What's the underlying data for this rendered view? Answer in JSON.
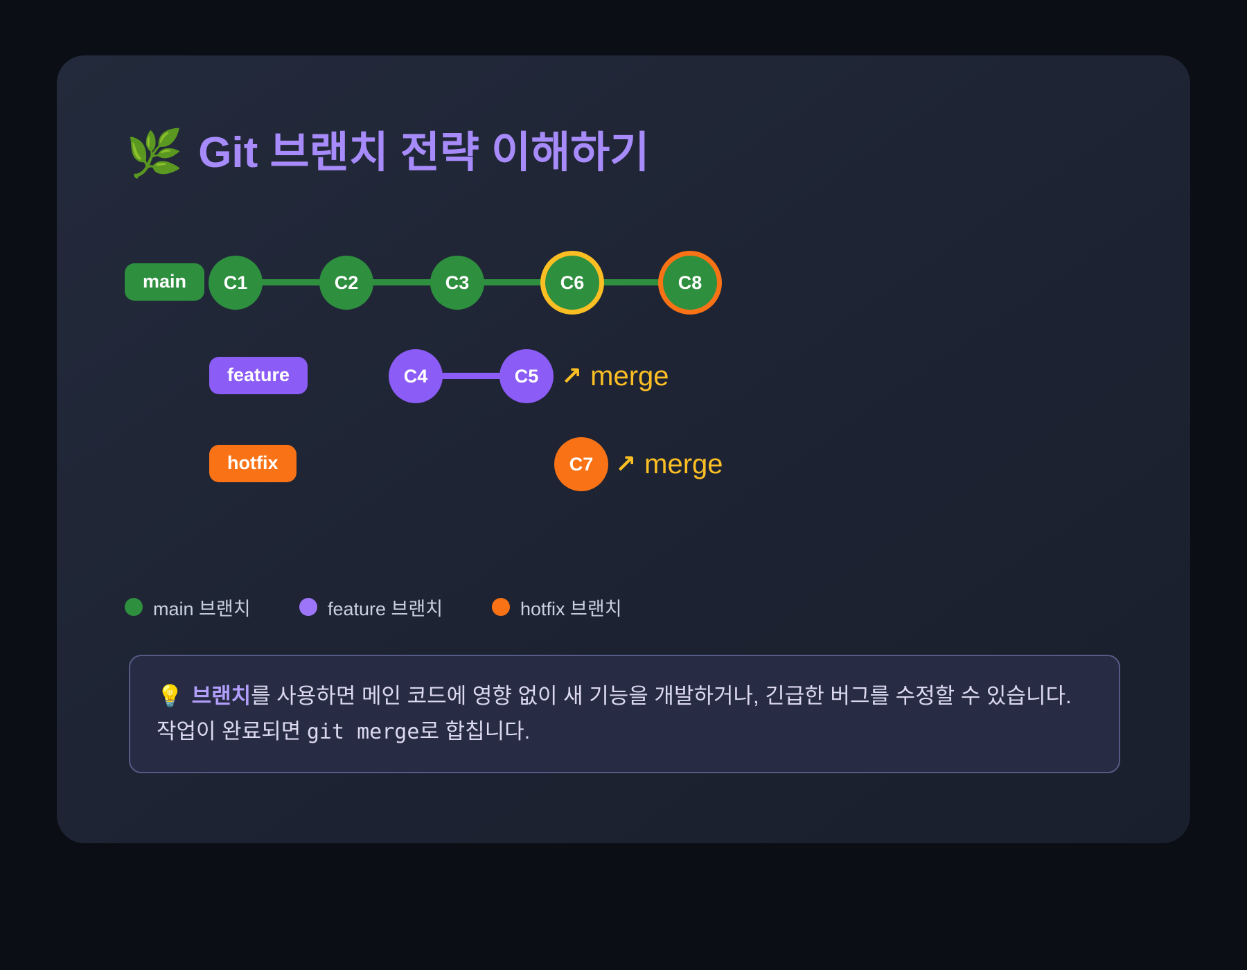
{
  "title": {
    "emoji": "🌿",
    "text": "Git 브랜치 전략 이해하기"
  },
  "colors": {
    "page_bg": "#0b0e15",
    "card_bg": "#1d2332",
    "title_text": "#a78bfa",
    "main_branch": "#2e8f3f",
    "feature_branch": "#8b5cf6",
    "hotfix_branch": "#f97316",
    "c6_ring": "#fbbf24",
    "c8_ring": "#f97316",
    "merge_label": "#fbbf24",
    "legend_text": "#c9d1e0",
    "note_bg": "#272c44",
    "note_border": "#565c86",
    "note_text": "#dcd9f0"
  },
  "graph": {
    "main": {
      "label": "main",
      "commits": [
        {
          "id": "C1"
        },
        {
          "id": "C2"
        },
        {
          "id": "C3"
        },
        {
          "id": "C6",
          "ring": "gold"
        },
        {
          "id": "C8",
          "ring": "orange"
        }
      ]
    },
    "feature": {
      "label": "feature",
      "commits": [
        {
          "id": "C4"
        },
        {
          "id": "C5"
        }
      ],
      "merge": {
        "arrow": "↗",
        "text": "merge"
      }
    },
    "hotfix": {
      "label": "hotfix",
      "commits": [
        {
          "id": "C7"
        }
      ],
      "merge": {
        "arrow": "↗",
        "text": "merge"
      }
    }
  },
  "legend": [
    {
      "label": "main 브랜치",
      "color": "#2e8f3f"
    },
    {
      "label": "feature 브랜치",
      "color": "#9d75f9"
    },
    {
      "label": "hotfix 브랜치",
      "color": "#f97316"
    }
  ],
  "note": {
    "emoji": "💡",
    "highlight": "브랜치",
    "body1": "를 사용하면 메인 코드에 영향 없이 새 기능을 개발하거나, 긴급한 버그를 수정할 수 있습니다. 작업이 완료되면 ",
    "code": "git merge",
    "body2": "로 합칩니다."
  }
}
